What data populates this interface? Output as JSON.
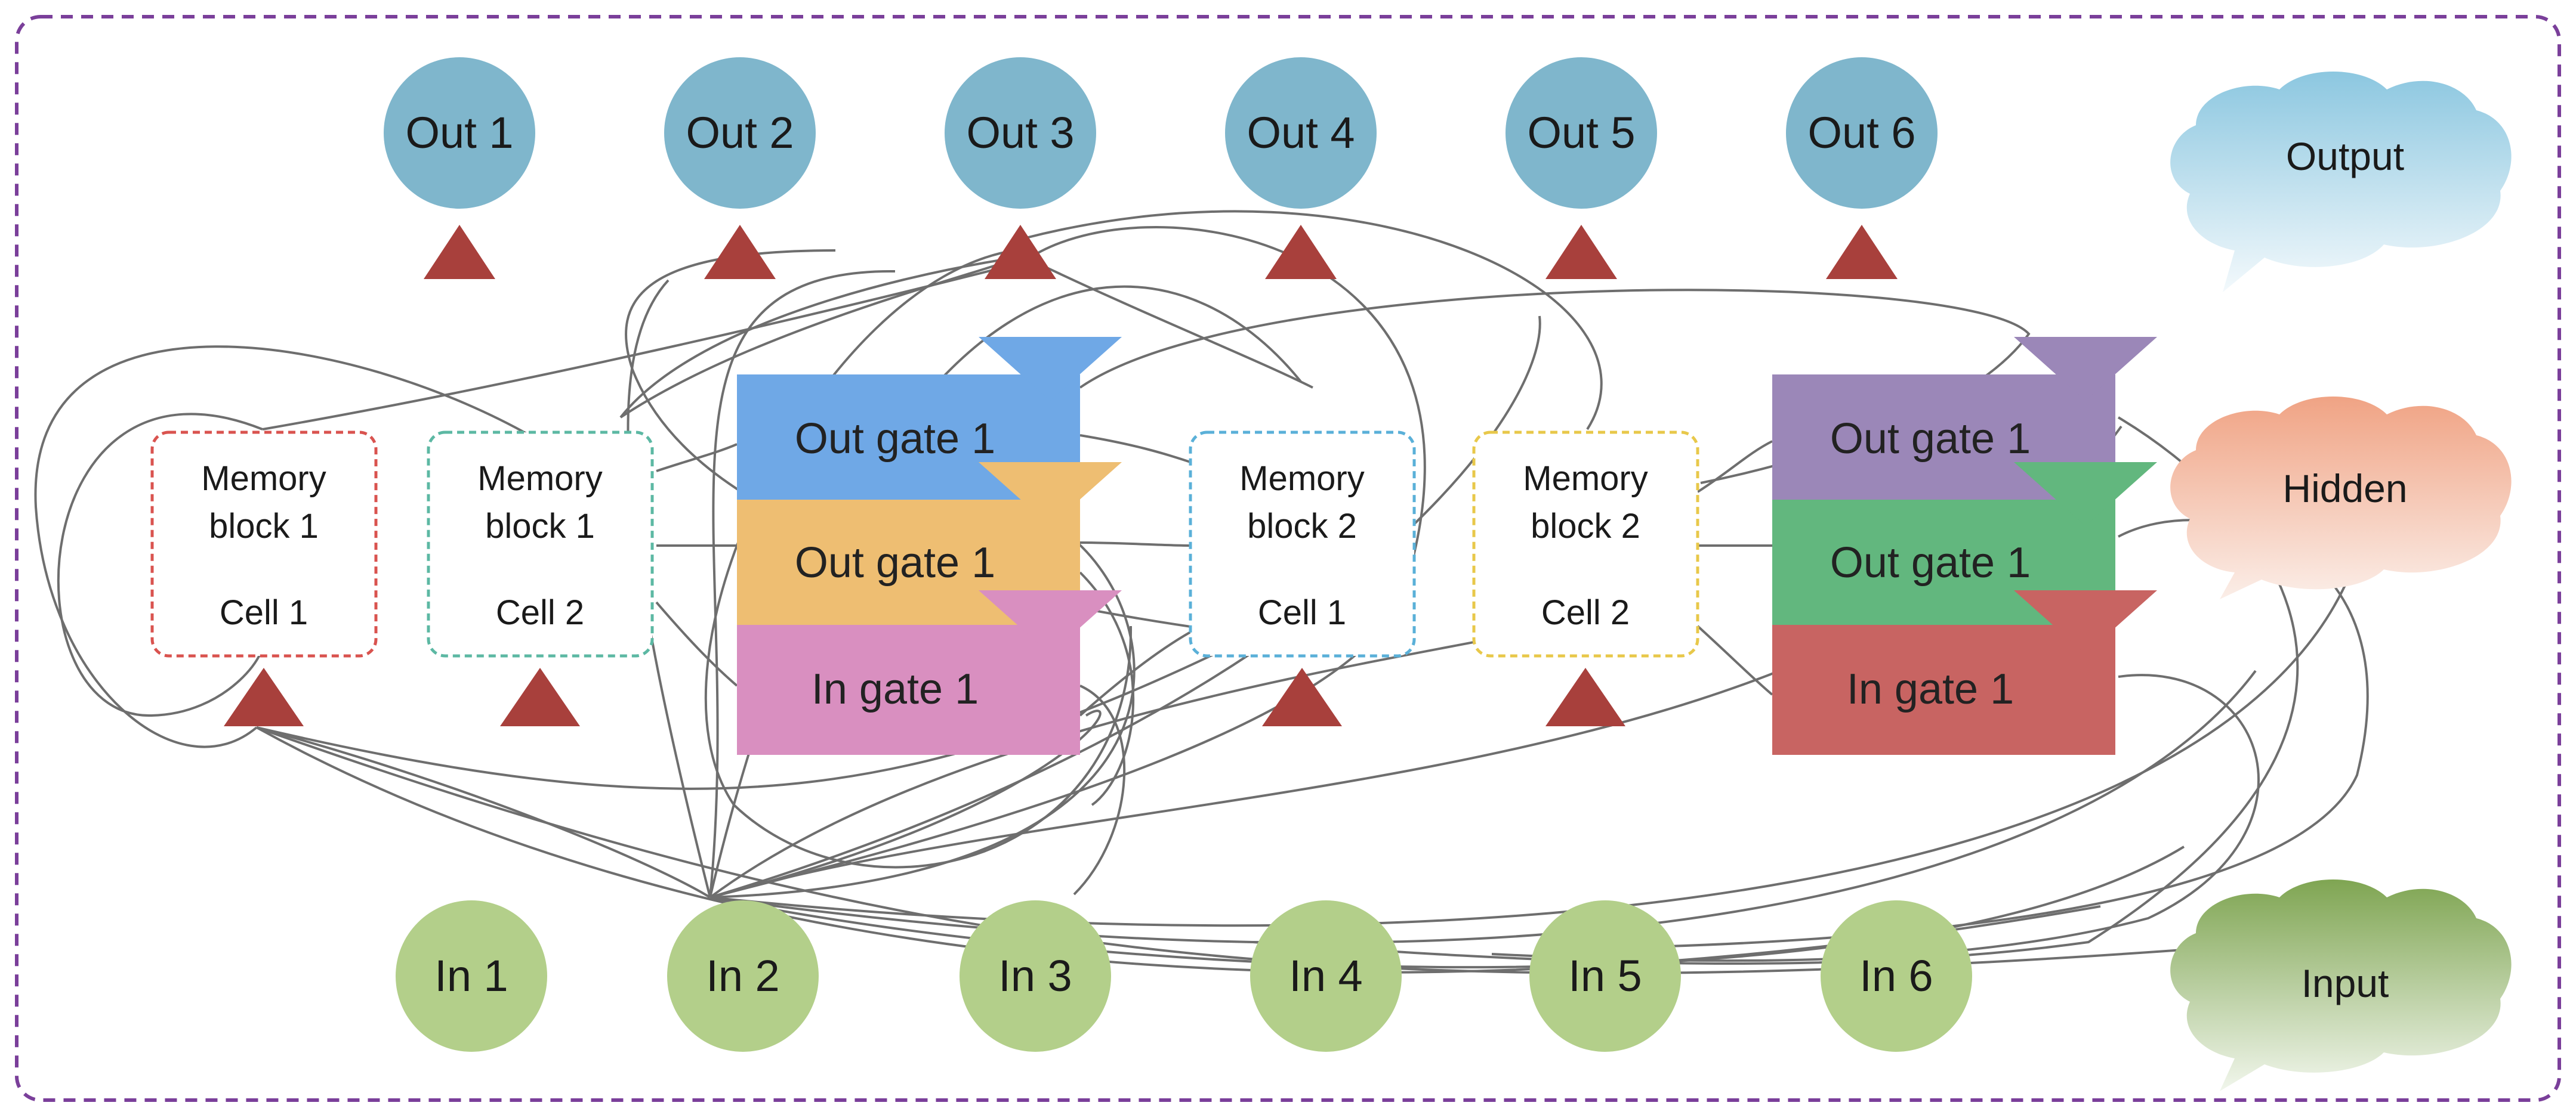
{
  "colors": {
    "frame": "#7a3f9a",
    "output_node": "#7fb6cc",
    "input_node": "#b3cf8a",
    "triangle": "#a8403c",
    "wire": "#6e6e6e",
    "mem1_border": "#d9534f",
    "mem2_border": "#5cb8a3",
    "mem3_border": "#5ab0d8",
    "mem4_border": "#e8c84a",
    "gate_blue": "#6fa8e6",
    "gate_orange": "#eebe72",
    "gate_pink": "#d98fc0",
    "gate_purple": "#9b87b8",
    "gate_green": "#62b77e",
    "gate_red": "#c86462"
  },
  "outputs": [
    "Out 1",
    "Out 2",
    "Out 3",
    "Out 4",
    "Out 5",
    "Out 6"
  ],
  "inputs": [
    "In 1",
    "In 2",
    "In 3",
    "In 4",
    "In 5",
    "In 6"
  ],
  "memory_blocks": [
    {
      "line1": "Memory",
      "line2": "block 1",
      "cell": "Cell 1"
    },
    {
      "line1": "Memory",
      "line2": "block 1",
      "cell": "Cell 2"
    },
    {
      "line1": "Memory",
      "line2": "block 2",
      "cell": "Cell 1"
    },
    {
      "line1": "Memory",
      "line2": "block 2",
      "cell": "Cell 2"
    }
  ],
  "gate_stack_1": [
    "Out gate 1",
    "Out gate 1",
    "In gate 1"
  ],
  "gate_stack_2": [
    "Out gate 1",
    "Out gate 1",
    "In gate 1"
  ],
  "layers": {
    "output": "Output",
    "hidden": "Hidden",
    "input": "Input"
  }
}
